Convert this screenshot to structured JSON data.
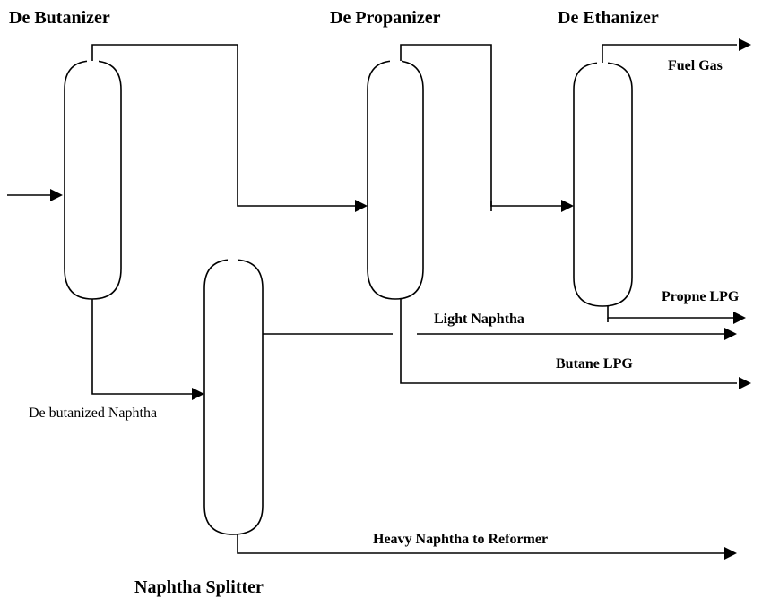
{
  "titles": {
    "debutanizer": "De Butanizer",
    "depropanizer": "De Propanizer",
    "deethanizer": "De Ethanizer",
    "naphtha_splitter": "Naphtha  Splitter"
  },
  "streams": {
    "fuel_gas": "Fuel Gas",
    "propene_lpg": "Propne LPG",
    "light_naphtha": "Light Naphtha",
    "butane_lpg": "Butane LPG",
    "debutanized_naphtha": "De butanized Naphtha",
    "heavy_naphtha": "Heavy Naphtha to Reformer"
  }
}
